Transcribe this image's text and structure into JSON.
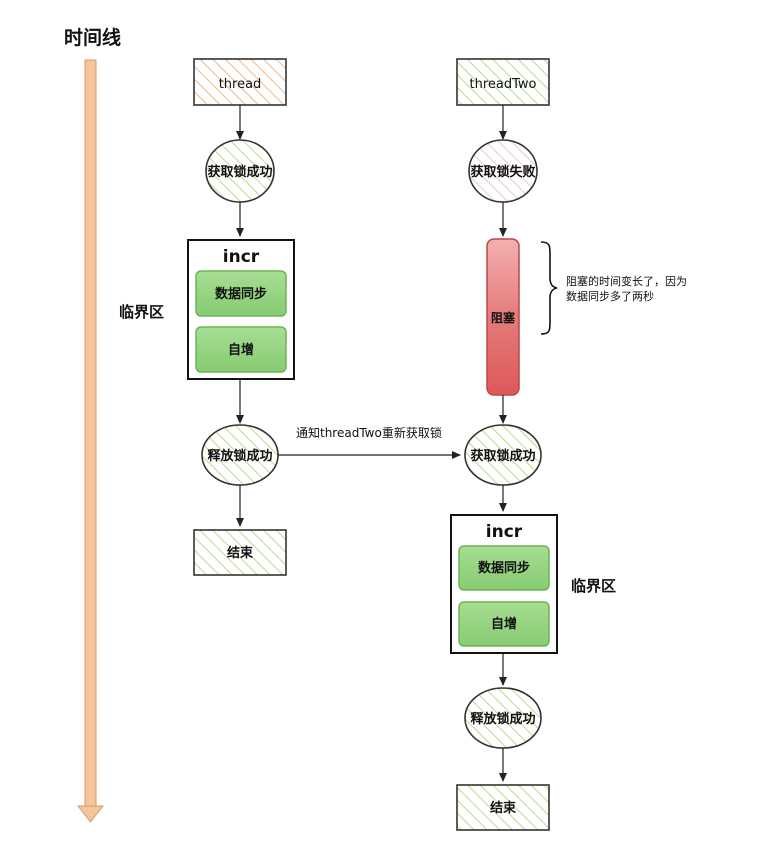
{
  "timeline": {
    "title": "时间线"
  },
  "thread_one": {
    "start": "thread",
    "acquire": "获取锁成功",
    "critical_box": {
      "title": "incr",
      "steps": [
        "数据同步",
        "自增"
      ]
    },
    "region_label": "临界区",
    "release": "释放锁成功",
    "end": "结束"
  },
  "thread_two": {
    "start": "threadTwo",
    "acquire_fail": "获取锁失败",
    "blocked": "阻塞",
    "note_lines": [
      "阻塞的时间变长了，因为",
      "数据同步多了两秒"
    ],
    "acquire": "获取锁成功",
    "critical_box": {
      "title": "incr",
      "steps": [
        "数据同步",
        "自增"
      ]
    },
    "region_label": "临界区",
    "release": "释放锁成功",
    "end": "结束"
  },
  "notify_label": "通知threadTwo重新获取锁",
  "colors": {
    "timeline": "#f6c49a",
    "hatch_orange": "#f2b98a",
    "hatch_green": "#b9dc8e",
    "hatch_pink": "#f1c6c6",
    "step_green": "#8fd27b",
    "block_red": "#e46a6a"
  }
}
